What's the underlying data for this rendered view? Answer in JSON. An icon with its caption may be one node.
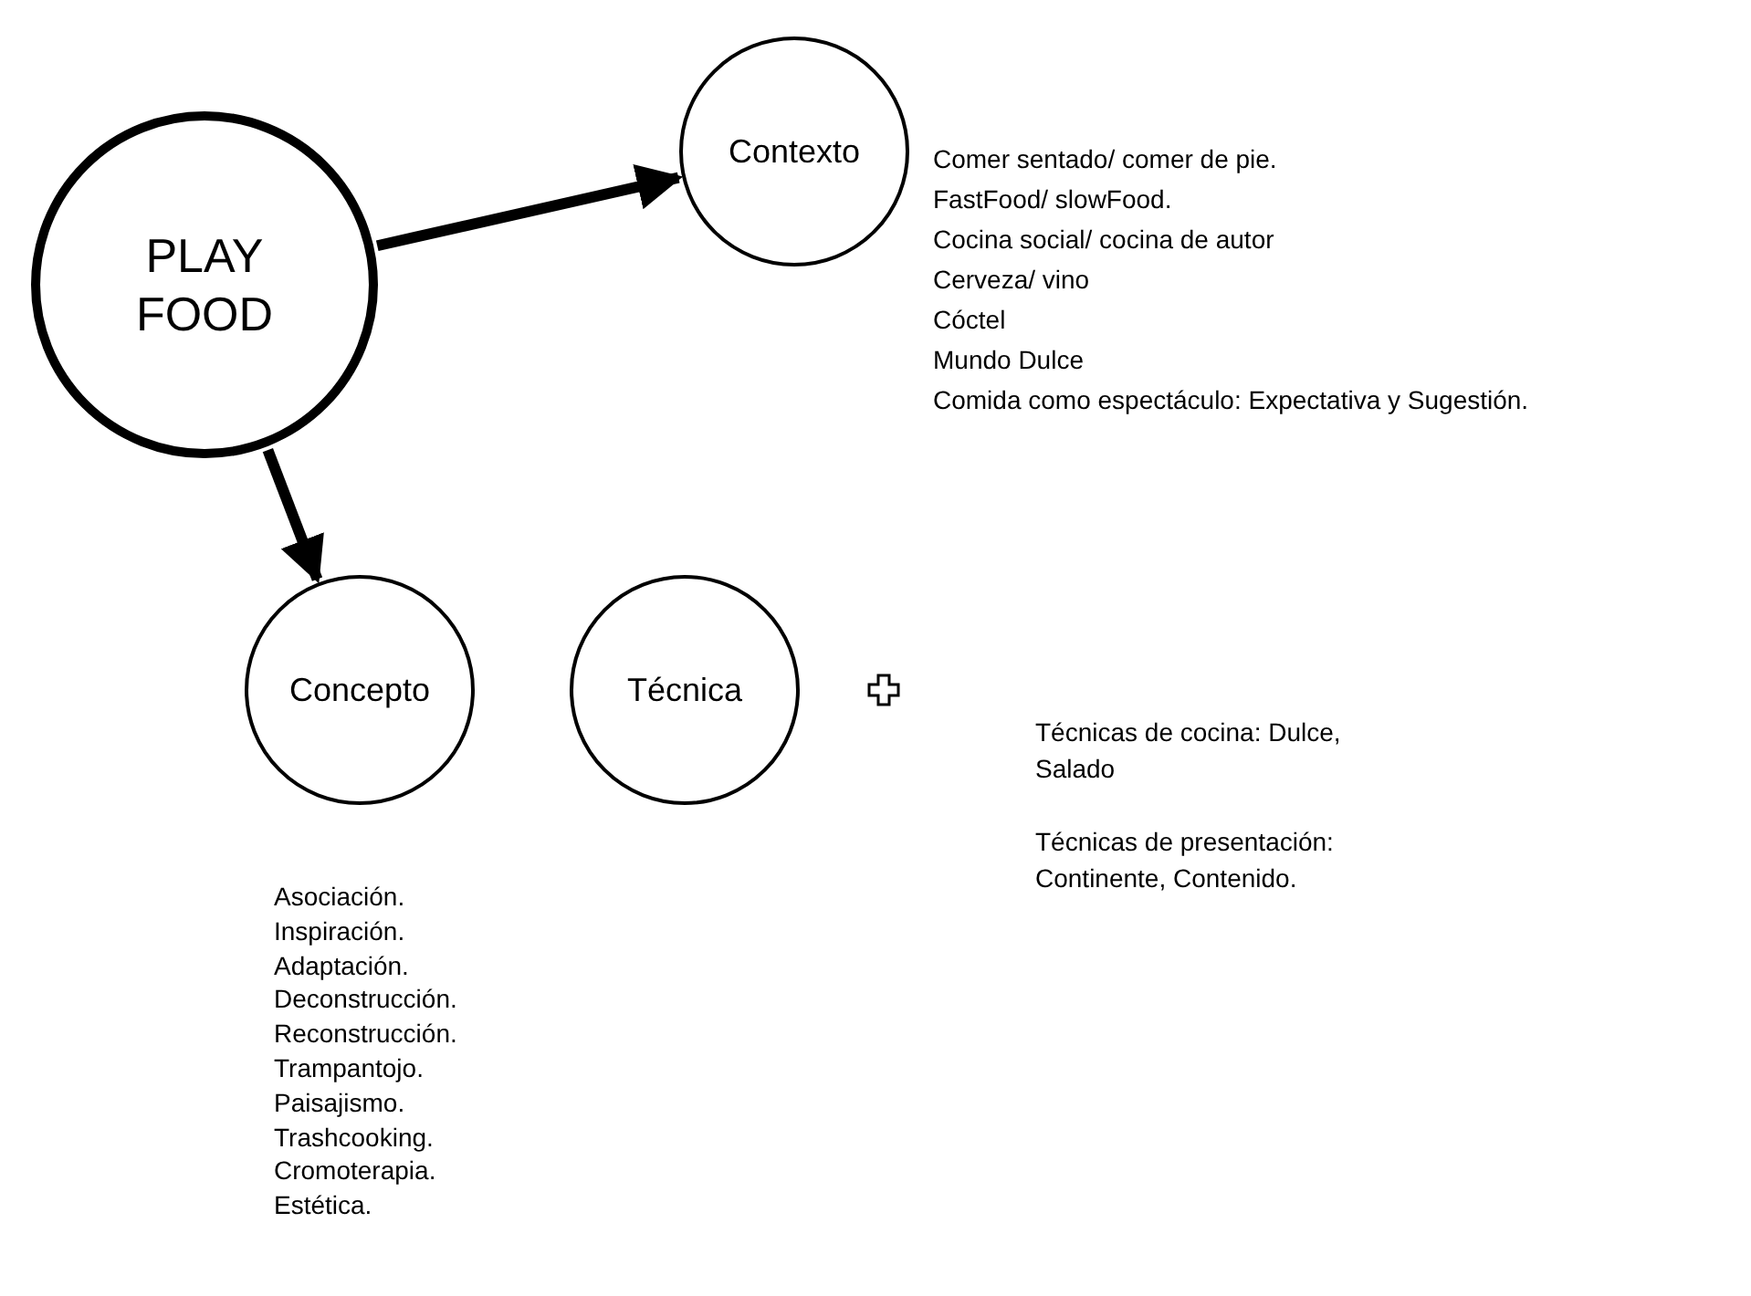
{
  "diagram": {
    "nodes": [
      {
        "text": [
          "PLAY FOOD"
        ]
      },
      {
        "text": [
          "Contexto"
        ],
        "beside": [
          "Comer sentado/ comer de pie.",
          "FastFood/ slowFood.",
          "Cocina social/ cocina de autor",
          "Cerveza/ vino",
          "Cóctel",
          "Mundo Dulce",
          "Comida como espectáculo: Expectativa y Sugestión."
        ]
      },
      {
        "text": [
          "Concepto"
        ],
        "beside": [
          "Asociación.",
          "Inspiración.",
          "Adaptación.",
          "Deconstrucción.",
          "Reconstrucción.",
          "Trampantojo.",
          "Paisajismo.",
          "Trashcooking.",
          "Cromoterapia.",
          "Estética."
        ]
      },
      {
        "text": [
          "Técnica"
        ],
        "beside": [
          "Técnicas de cocina: Dulce, Salado",
          "Técnicas de presentación: Continente, Contenido."
        ]
      }
    ],
    "edges": [
      {
        "from": 0,
        "to": 1,
        "arrow": "to"
      },
      {
        "from": 0,
        "to": 2,
        "arrow": "to"
      }
    ]
  }
}
